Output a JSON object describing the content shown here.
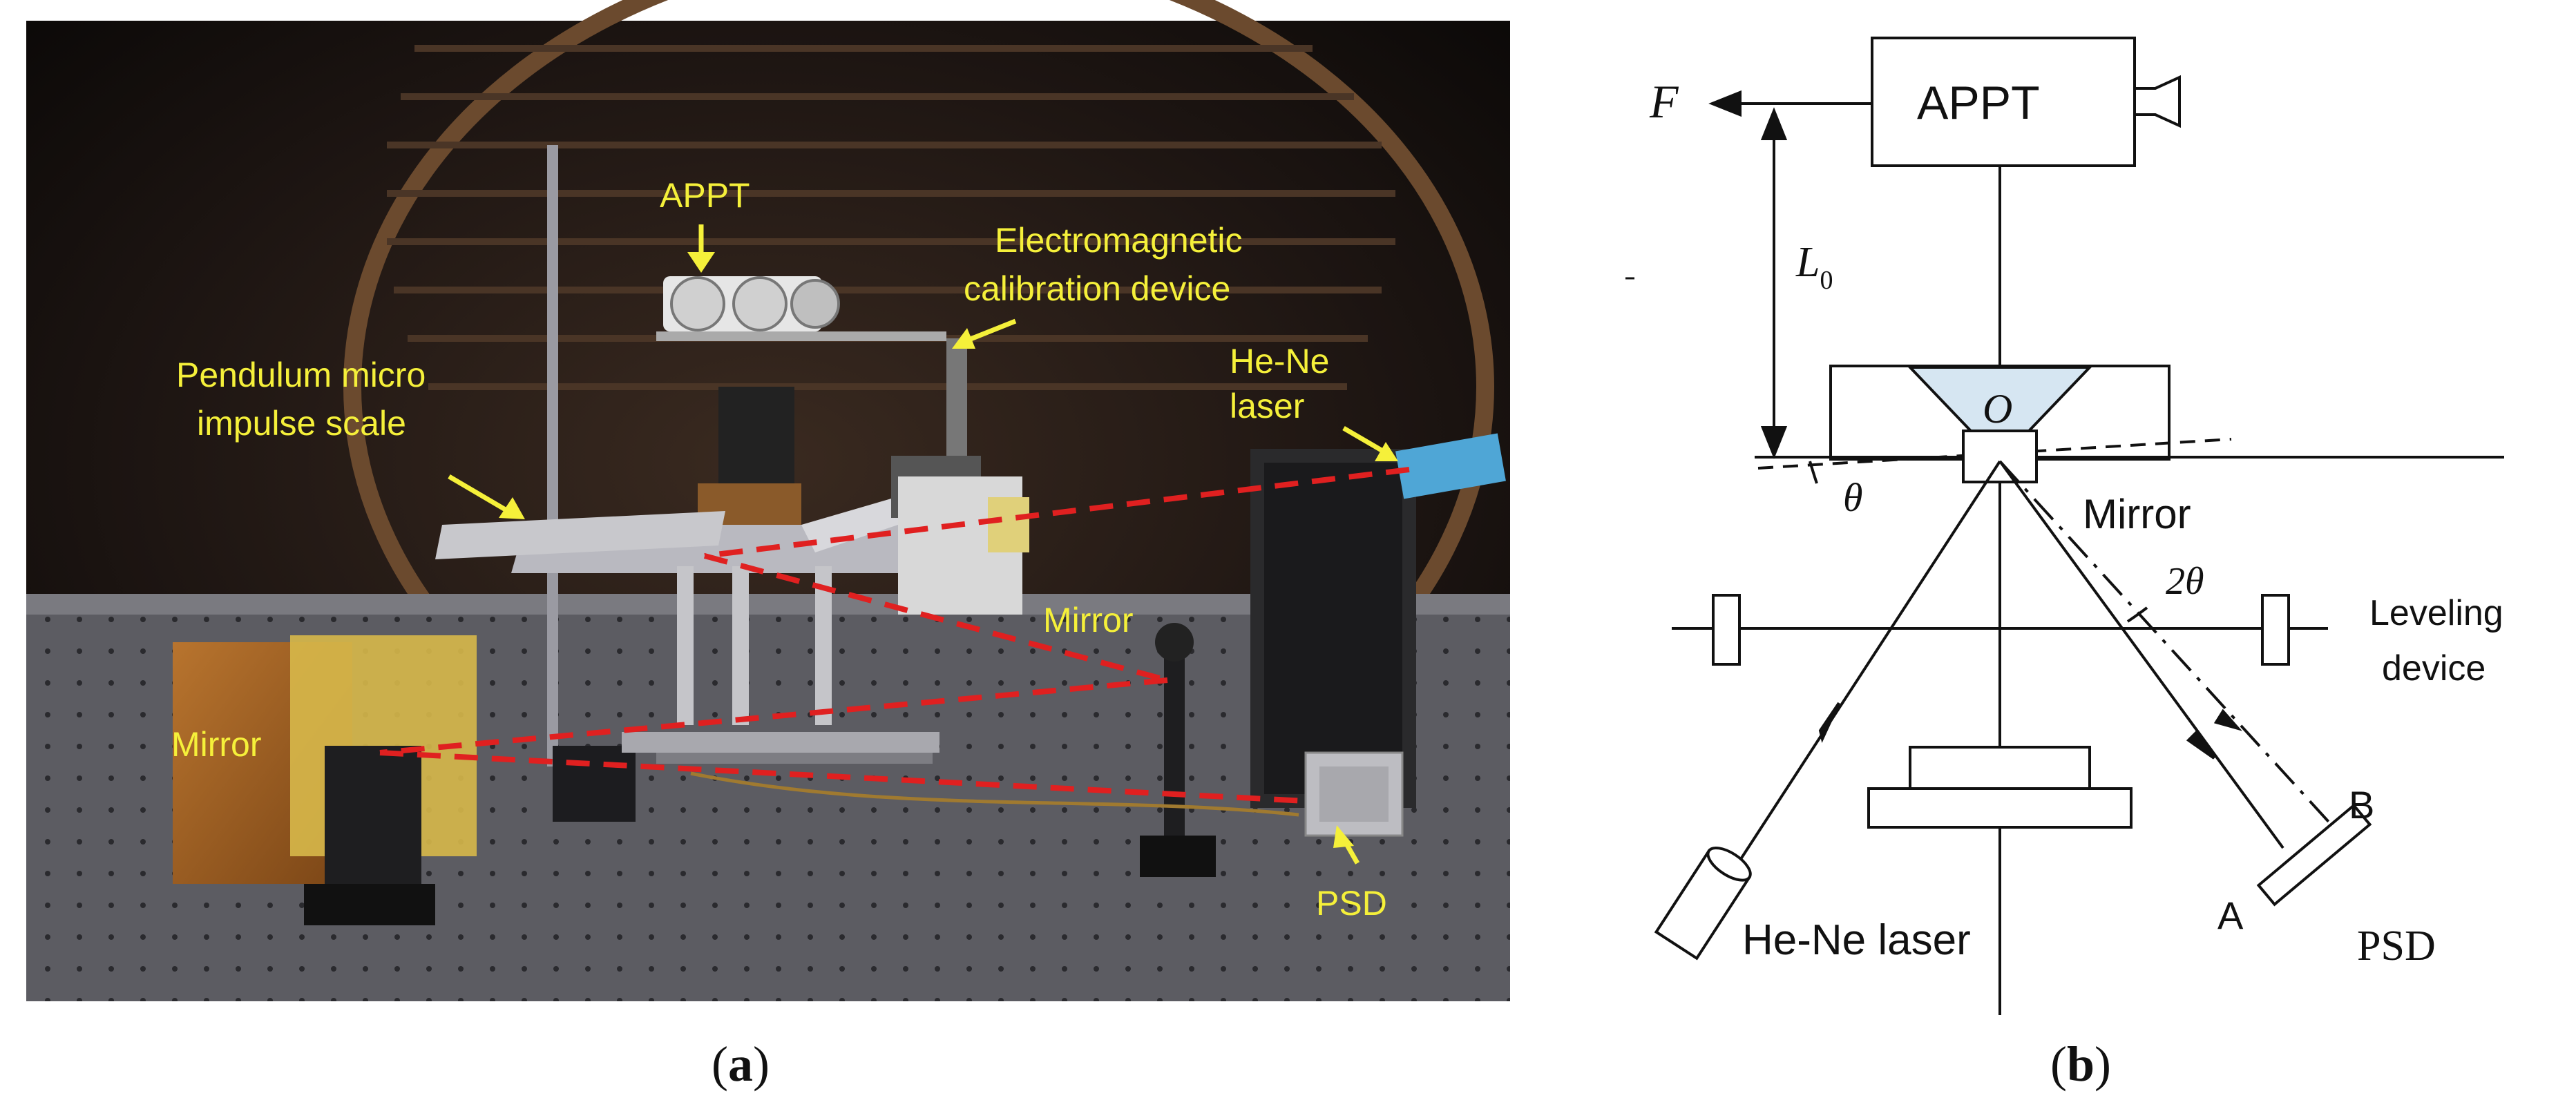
{
  "panel_a": {
    "caption_letter": "a",
    "labels": {
      "appt": "APPT",
      "electromagnetic_1": "Electromagnetic",
      "electromagnetic_2": "calibration device",
      "hene_1": "He-Ne",
      "hene_2": "laser",
      "pendulum_1": "Pendulum micro",
      "pendulum_2": "impulse scale",
      "mirror_right": "Mirror",
      "mirror_left": "Mirror",
      "psd": "PSD"
    },
    "colors": {
      "label": "#f5f03a",
      "beam": "#e02020",
      "laser_block": "#4fa6d6",
      "background": "#1a1412"
    }
  },
  "panel_b": {
    "caption_letter": "b",
    "labels": {
      "force": "F",
      "appt": "APPT",
      "length": "L",
      "length_sub": "0",
      "pivot": "O",
      "theta": "θ",
      "mirror": "Mirror",
      "two_theta": "2θ",
      "leveling_1": "Leveling",
      "leveling_2": "device",
      "hene": "He-Ne laser",
      "point_b": "B",
      "point_a": "A",
      "psd": "PSD"
    },
    "colors": {
      "pivot_fill": "#d6e6f2",
      "line": "#111111"
    }
  }
}
